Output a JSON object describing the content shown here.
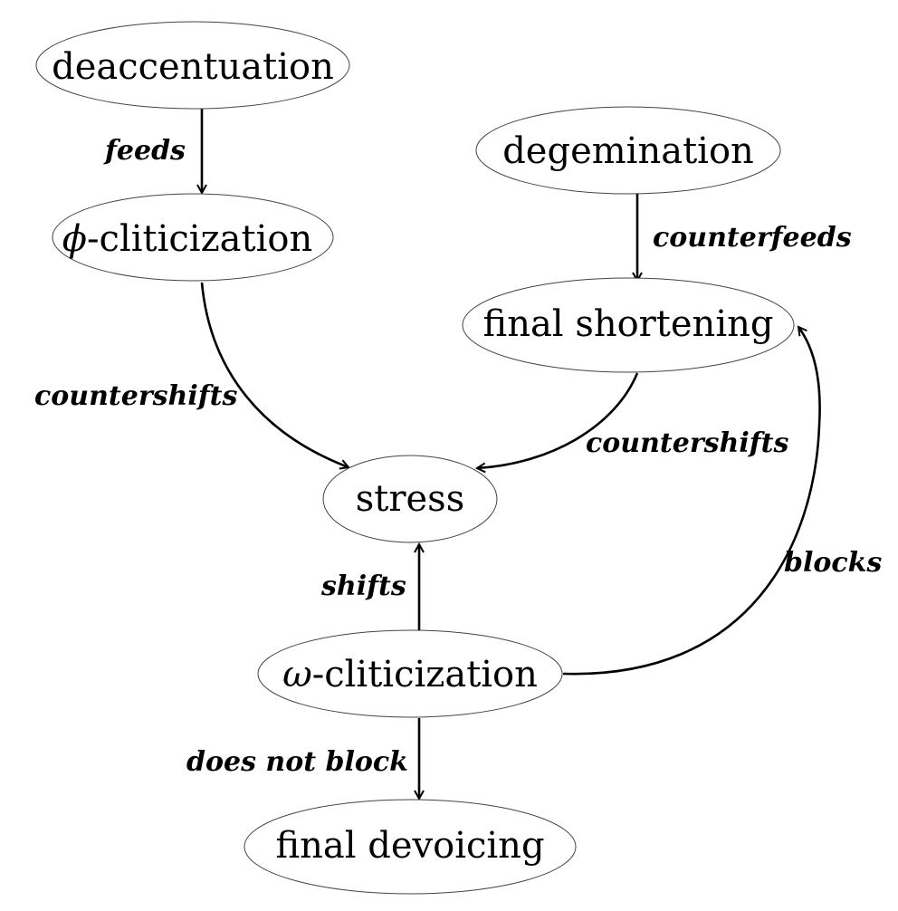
{
  "diagram": {
    "title": "",
    "nodes": [
      {
        "id": "deaccentuation",
        "prefix": "",
        "label": "deaccentuation"
      },
      {
        "id": "phi-cliticization",
        "prefix": "ϕ",
        "label": "-cliticization"
      },
      {
        "id": "degemination",
        "prefix": "",
        "label": "degemination"
      },
      {
        "id": "final-shortening",
        "prefix": "",
        "label": "final shortening"
      },
      {
        "id": "stress",
        "prefix": "",
        "label": "stress"
      },
      {
        "id": "omega-cliticization",
        "prefix": "ω",
        "label": "-cliticization"
      },
      {
        "id": "final-devoicing",
        "prefix": "",
        "label": "final devoicing"
      }
    ],
    "edges": [
      {
        "from": "deaccentuation",
        "to": "phi-cliticization",
        "label": "feeds"
      },
      {
        "from": "degemination",
        "to": "final-shortening",
        "label": "counterfeeds"
      },
      {
        "from": "phi-cliticization",
        "to": "stress",
        "label": "countershifts"
      },
      {
        "from": "final-shortening",
        "to": "stress",
        "label": "countershifts"
      },
      {
        "from": "omega-cliticization",
        "to": "stress",
        "label": "shifts"
      },
      {
        "from": "omega-cliticization",
        "to": "final-shortening",
        "label": "blocks"
      },
      {
        "from": "omega-cliticization",
        "to": "final-devoicing",
        "label": "does not block"
      }
    ],
    "colors": {
      "node_stroke": "#444444",
      "edge_stroke": "#000000",
      "text": "#000000",
      "background": "#ffffff"
    }
  }
}
